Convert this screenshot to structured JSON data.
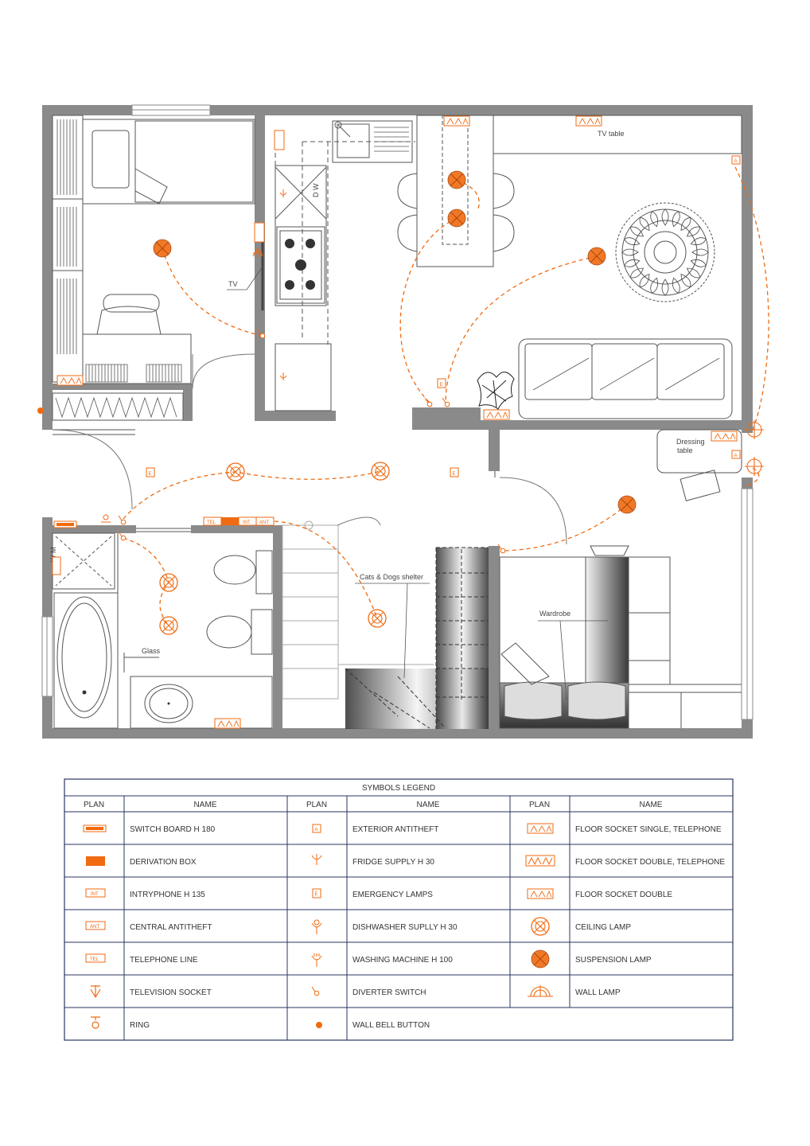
{
  "plan": {
    "labels": {
      "tv_table": "TV table",
      "tv": "TV",
      "dressing_table_1": "Dressing",
      "dressing_table_2": "table",
      "cats_dogs": "Cats & Dogs shelter",
      "wardrobe": "Wardrobe",
      "glass": "Glass",
      "dw": "D W",
      "wm": "W M"
    },
    "symbol_text": {
      "a": "A",
      "e": "E",
      "tel": "TEL",
      "int": "INT",
      "ant": "ANT"
    },
    "colors": {
      "wall": "#8a8a8a",
      "accent": "#f06a10",
      "line": "#555555",
      "legend_border": "#2a3560"
    }
  },
  "legend": {
    "title": "SYMBOLS LEGEND",
    "headers": [
      "PLAN",
      "NAME",
      "PLAN",
      "NAME",
      "PLAN",
      "NAME"
    ],
    "rows": [
      [
        {
          "icon": "switch-board-icon",
          "name": "SWITCH BOARD H 180"
        },
        {
          "icon": "exterior-antitheft-icon",
          "name": "EXTERIOR ANTITHEFT",
          "text": "A"
        },
        {
          "icon": "floor-socket-single-telephone-icon",
          "name": "FLOOR SOCKET SINGLE, TELEPHONE"
        }
      ],
      [
        {
          "icon": "derivation-box-icon",
          "name": "DERIVATION BOX"
        },
        {
          "icon": "fridge-supply-icon",
          "name": "FRIDGE SUPPLY H 30"
        },
        {
          "icon": "floor-socket-double-telephone-icon",
          "name": "FLOOR SOCKET DOUBLE, TELEPHONE"
        }
      ],
      [
        {
          "icon": "intryphone-icon",
          "name": "INTRYPHONE H 135",
          "text": "INT"
        },
        {
          "icon": "emergency-lamp-icon",
          "name": "EMERGENCY LAMPS",
          "text": "E"
        },
        {
          "icon": "floor-socket-double-icon",
          "name": "FLOOR SOCKET DOUBLE"
        }
      ],
      [
        {
          "icon": "central-antitheft-icon",
          "name": "CENTRAL ANTITHEFT",
          "text": "ANT"
        },
        {
          "icon": "dishwasher-supply-icon",
          "name": "DISHWASHER SUPLLY H 30"
        },
        {
          "icon": "ceiling-lamp-icon",
          "name": "CEILING LAMP"
        }
      ],
      [
        {
          "icon": "telephone-line-icon",
          "name": "TELEPHONE LINE",
          "text": "TEL"
        },
        {
          "icon": "washing-machine-supply-icon",
          "name": "WASHING MACHINE H 100"
        },
        {
          "icon": "suspension-lamp-icon",
          "name": "SUSPENSION LAMP"
        }
      ],
      [
        {
          "icon": "television-socket-icon",
          "name": "TELEVISION SOCKET"
        },
        {
          "icon": "diverter-switch-icon",
          "name": "DIVERTER SWITCH"
        },
        {
          "icon": "wall-lamp-icon",
          "name": "WALL LAMP"
        }
      ],
      [
        {
          "icon": "ring-icon",
          "name": "RING"
        },
        {
          "icon": "wall-bell-button-icon",
          "name": "WALL BELL BUTTON"
        }
      ]
    ]
  }
}
